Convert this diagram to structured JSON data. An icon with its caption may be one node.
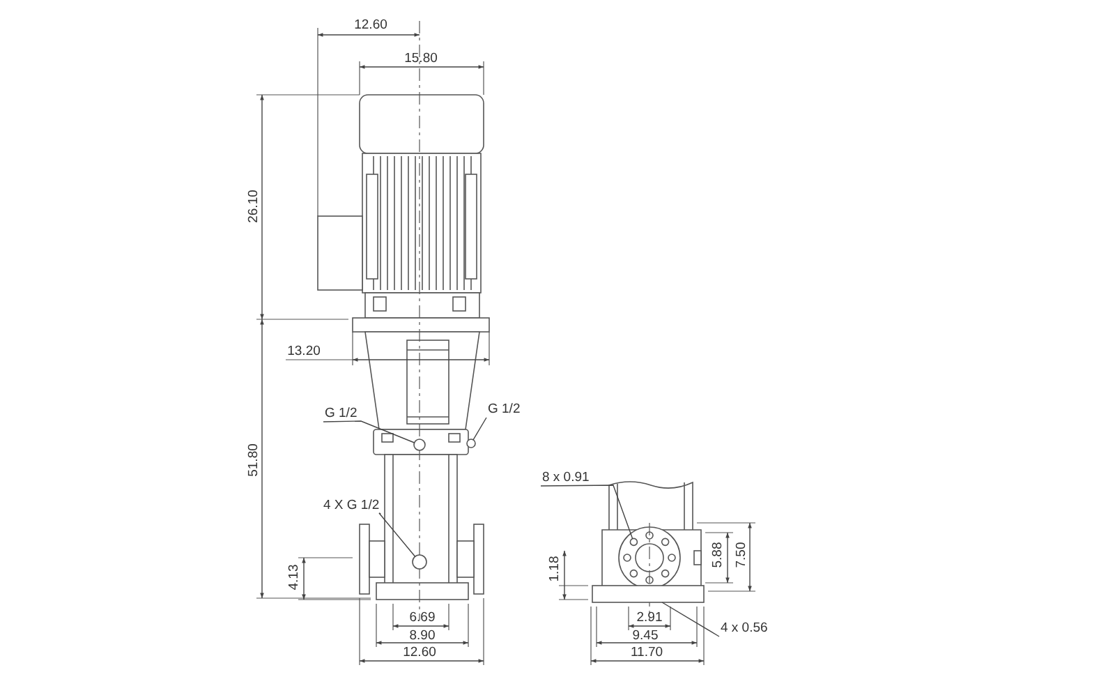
{
  "diagram": {
    "nodes": [
      {
        "text": [
          "G 1/2"
        ]
      },
      {
        "text": [
          "G 1/2"
        ]
      },
      {
        "text": [
          "4 X G 1/2"
        ]
      },
      {
        "text": [
          "8 x 0.91"
        ]
      },
      {
        "text": [
          "4 x 0.56"
        ]
      },
      {
        "text": [],
        "shape": "circle"
      },
      {
        "text": [],
        "shape": "circle"
      },
      {
        "text": [],
        "shape": "circle"
      },
      {
        "text": [],
        "shape": "circle"
      },
      {
        "text": [],
        "shape": "box"
      }
    ],
    "edges": [
      {
        "from": 0,
        "to": 5,
        "arrow": "none"
      },
      {
        "from": 1,
        "to": 6,
        "arrow": "none"
      },
      {
        "from": 2,
        "to": 7,
        "arrow": "none"
      },
      {
        "from": 3,
        "to": 8,
        "arrow": "none"
      },
      {
        "from": 4,
        "to": 9,
        "arrow": "none"
      }
    ],
    "labels": [
      "12.60",
      "15.80",
      "26.10",
      "13.20",
      "51.80",
      "4.13",
      "6.69",
      "8.90",
      "12.60",
      "1.18",
      "5.88",
      "7.50",
      "2.91",
      "9.45",
      "11.70"
    ]
  }
}
